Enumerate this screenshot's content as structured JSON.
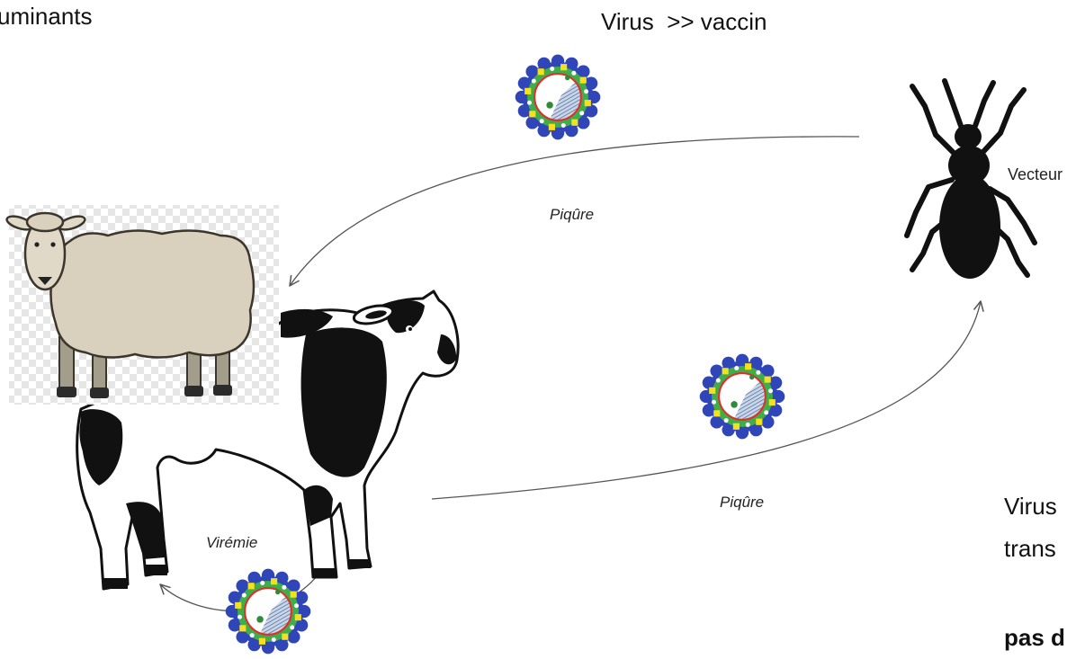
{
  "labels": {
    "ruminants": "uminants",
    "virus_vaccine": "Virus  >> vaccin",
    "vector": "Vecteur",
    "bite_to_host": "Piqûre",
    "bite_to_vector": "Piqûre",
    "viremia": "Virémie"
  },
  "side_text": {
    "line1": "Virus",
    "line2": "trans",
    "line3": "pas d"
  },
  "icons": {
    "virus": "virus-particle-icon",
    "sheep": "sheep-icon",
    "cow": "cow-icon",
    "vector": "insect-vector-icon"
  },
  "colors": {
    "arrow": "#555555",
    "virus_outer": "#3046b8",
    "virus_band": "#3fae4a",
    "virus_marker": "#f4e01c",
    "virus_ring": "#d8322c",
    "sheep_wool": "#d9d1bd",
    "ink": "#111111"
  }
}
